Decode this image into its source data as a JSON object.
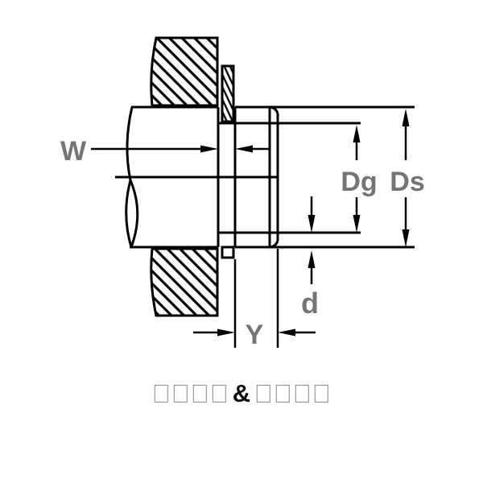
{
  "diagram": {
    "type": "retaining-ring-groove-cross-section",
    "labels": {
      "w": "W",
      "dg": "Dg",
      "ds": "Ds",
      "d": "d",
      "y": "Y"
    },
    "colors": {
      "line": "#000000",
      "dimension_label": "#757575",
      "background": "#ffffff",
      "caption_box_border": "#8a8a8a",
      "caption_text": "#111111"
    }
  },
  "caption": {
    "boxes_before": 4,
    "separator": "&",
    "boxes_after": 4,
    "literal": "□□□□&□□□□"
  }
}
